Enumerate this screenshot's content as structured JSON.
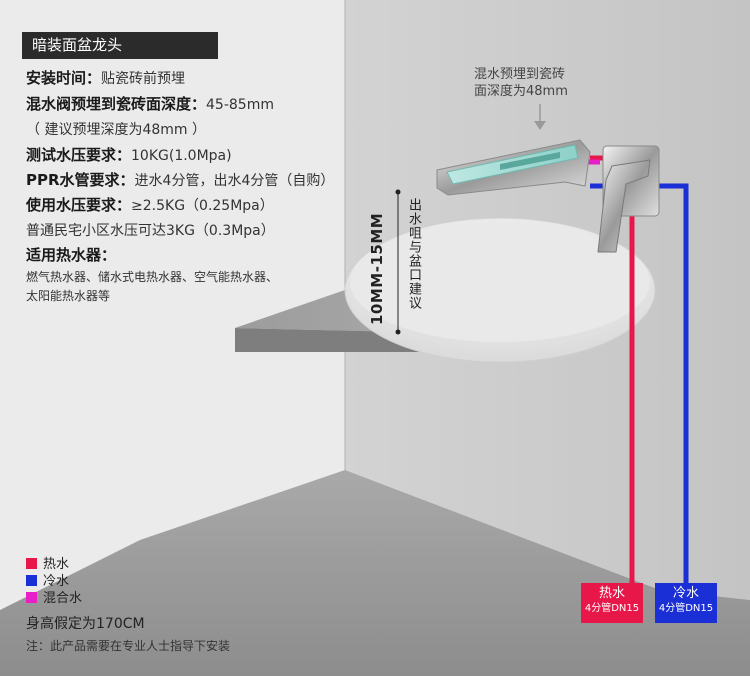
{
  "title": "暗装面盆龙头",
  "specs": [
    {
      "key": "安装时间：",
      "val": "贴瓷砖前预埋"
    },
    {
      "key": "混水阀预埋到瓷砖面深度：",
      "val": "45-85mm"
    },
    {
      "key": "",
      "val": "（ 建议预埋深度为48mm ）"
    },
    {
      "key": "测试水压要求：",
      "val": "10KG(1.0Mpa)"
    },
    {
      "key": "PPR水管要求：",
      "val": "进水4分管，出水4分管（自购）"
    },
    {
      "key": "使用水压要求：",
      "val": "≥2.5KG（0.25Mpa）"
    },
    {
      "key": "",
      "val": "普通民宅小区水压可达3KG（0.3Mpa）"
    },
    {
      "key": "适用热水器：",
      "val": ""
    }
  ],
  "heaters": [
    "燃气热水器、储水式电热水器、空气能热水器、",
    "太阳能热水器等"
  ],
  "callout": [
    "混水预埋到瓷砖",
    "面深度为48mm"
  ],
  "distance_dim": "10MM-15MM",
  "distance_note": "出水咀与盆口建议",
  "legend": [
    {
      "label": "热水",
      "color": "#e8174a"
    },
    {
      "label": "冷水",
      "color": "#1b2fd6"
    },
    {
      "label": "混合水",
      "color": "#e81ec8"
    }
  ],
  "height_note": "身高假定为170CM",
  "install_note": "注：此产品需要在专业人士指导下安装",
  "pipes": {
    "hot": {
      "name": "热水",
      "spec": "4分管DN15",
      "color": "#e8174a"
    },
    "cold": {
      "name": "冷水",
      "spec": "4分管DN15",
      "color": "#1b2fd6"
    }
  }
}
